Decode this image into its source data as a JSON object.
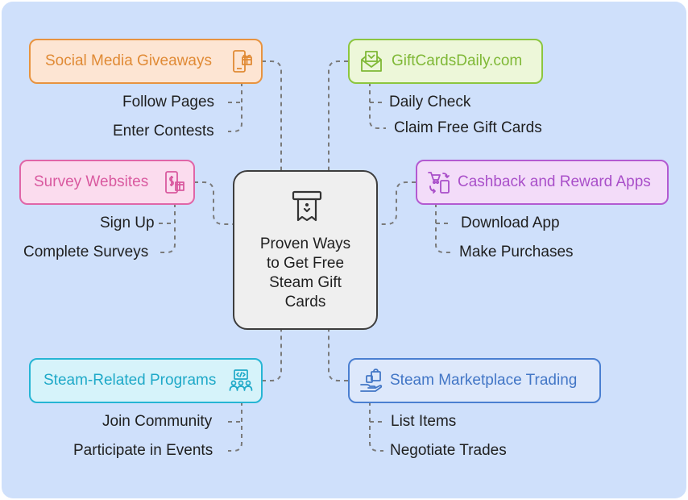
{
  "center": {
    "lines": [
      "Proven Ways",
      "to Get Free",
      "Steam Gift",
      "Cards"
    ],
    "icon": "gift-card-dispenser-icon"
  },
  "branches": {
    "social": {
      "label": "Social Media Giveaways",
      "icon": "phone-gift-icon",
      "color": "#e8933f",
      "bg": "#fde5d3",
      "items": [
        "Follow Pages",
        "Enter Contests"
      ]
    },
    "giftcards": {
      "label": "GiftCardsDaily.com",
      "icon": "envelope-card-icon",
      "color": "#8cc63f",
      "bg": "#edf7d9",
      "items": [
        "Daily Check",
        "Claim Free Gift Cards"
      ]
    },
    "survey": {
      "label": "Survey Websites",
      "icon": "phone-dollar-gift-icon",
      "color": "#e066a8",
      "bg": "#fbdcee",
      "items": [
        "Sign Up",
        "Complete Surveys"
      ]
    },
    "cashback": {
      "label": "Cashback and Reward Apps",
      "icon": "cart-phone-exchange-icon",
      "color": "#b35ad1",
      "bg": "#f3dcf9",
      "items": [
        "Download App",
        "Make Purchases"
      ]
    },
    "programs": {
      "label": "Steam-Related Programs",
      "icon": "code-community-icon",
      "color": "#26b5d4",
      "bg": "#d6f3fa",
      "items": [
        "Join Community",
        "Participate in Events"
      ]
    },
    "marketplace": {
      "label": "Steam Marketplace Trading",
      "icon": "hand-bag-icon",
      "color": "#4a7fd1",
      "bg": "#dde8fb",
      "items": [
        "List Items",
        "Negotiate Trades"
      ]
    }
  }
}
